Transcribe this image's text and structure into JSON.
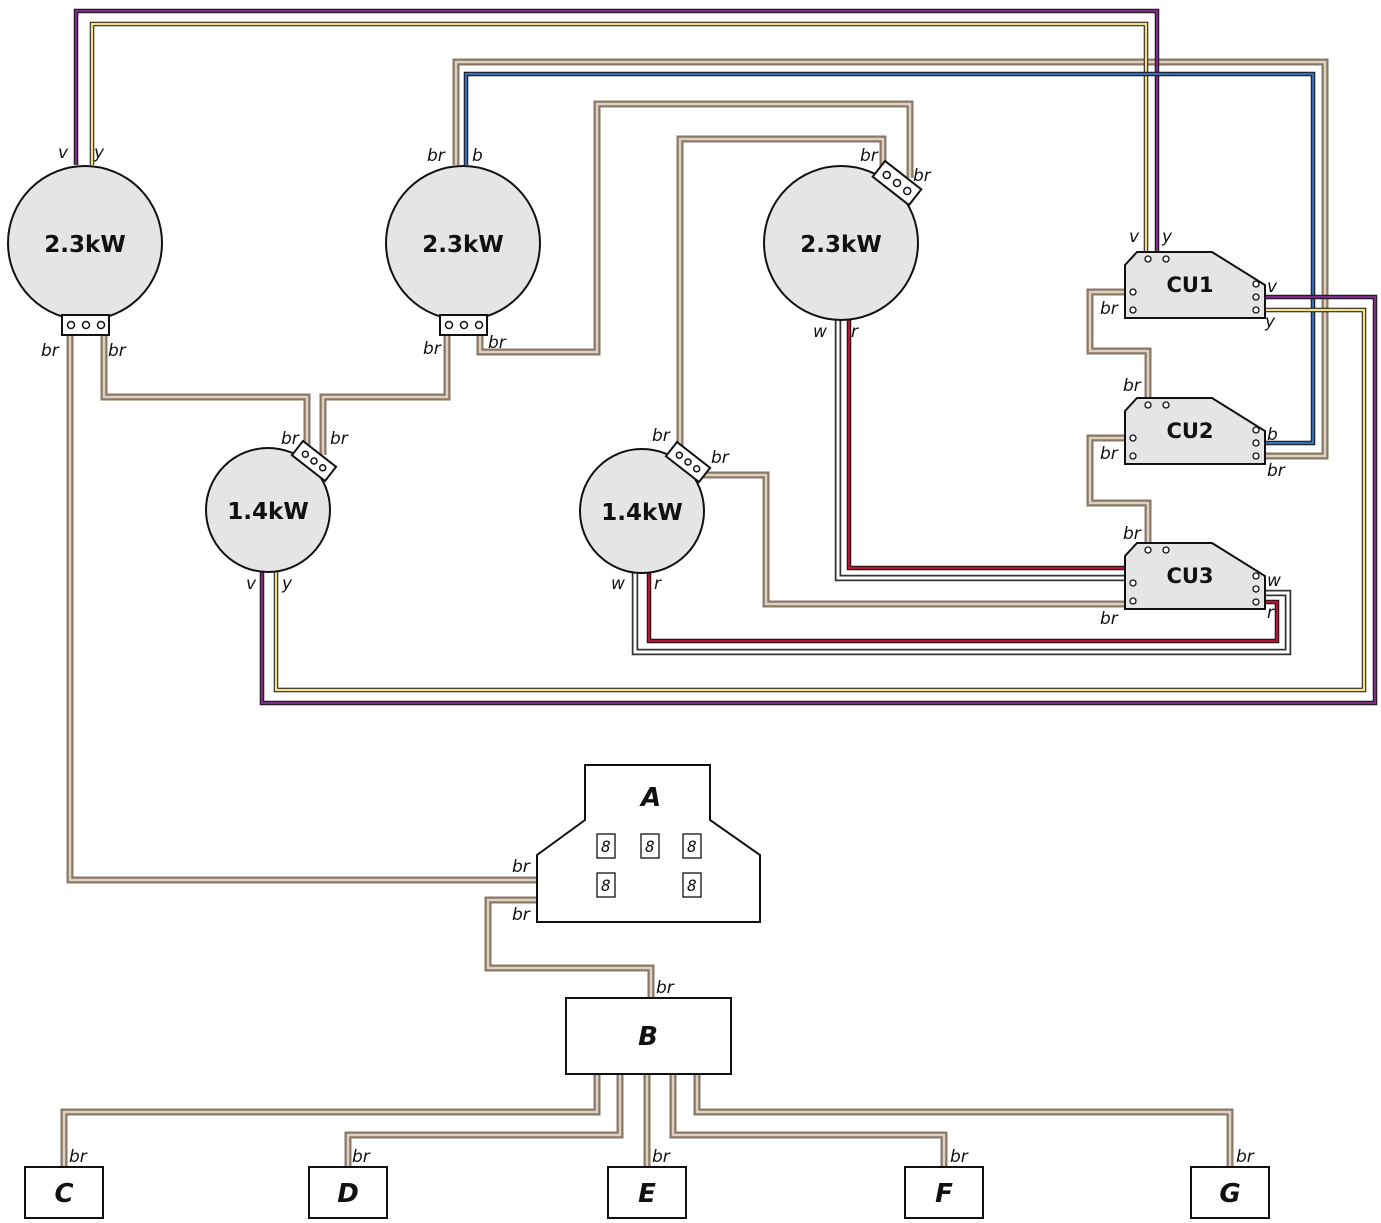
{
  "colors": {
    "brown": "#8a7866",
    "brown_highlight": "#ddd2c2",
    "violet": "#7b2d85",
    "yellow": "#f2df88",
    "blue": "#3b6eb1",
    "red": "#b01736",
    "white_wire_outline": "#333333",
    "component_fill": "#e5e5e5",
    "outline": "#111111"
  },
  "heaters": [
    {
      "id": "heater-2-3kw-left",
      "label": "2.3kW"
    },
    {
      "id": "heater-2-3kw-middle",
      "label": "2.3kW"
    },
    {
      "id": "heater-2-3kw-right",
      "label": "2.3kW"
    },
    {
      "id": "heater-1-4kw-left",
      "label": "1.4kW"
    },
    {
      "id": "heater-1-4kw-right",
      "label": "1.4kW"
    }
  ],
  "control_units": [
    {
      "id": "cu1",
      "label": "CU1"
    },
    {
      "id": "cu2",
      "label": "CU2"
    },
    {
      "id": "cu3",
      "label": "CU3"
    }
  ],
  "boxes": {
    "A": "A",
    "B": "B",
    "C": "C",
    "D": "D",
    "E": "E",
    "F": "F",
    "G": "G"
  },
  "display_digits": [
    "8",
    "8",
    "8",
    "8",
    "8"
  ],
  "wire_labels": {
    "br": "br",
    "v": "v",
    "y": "y",
    "b": "b",
    "w": "w",
    "r": "r"
  }
}
